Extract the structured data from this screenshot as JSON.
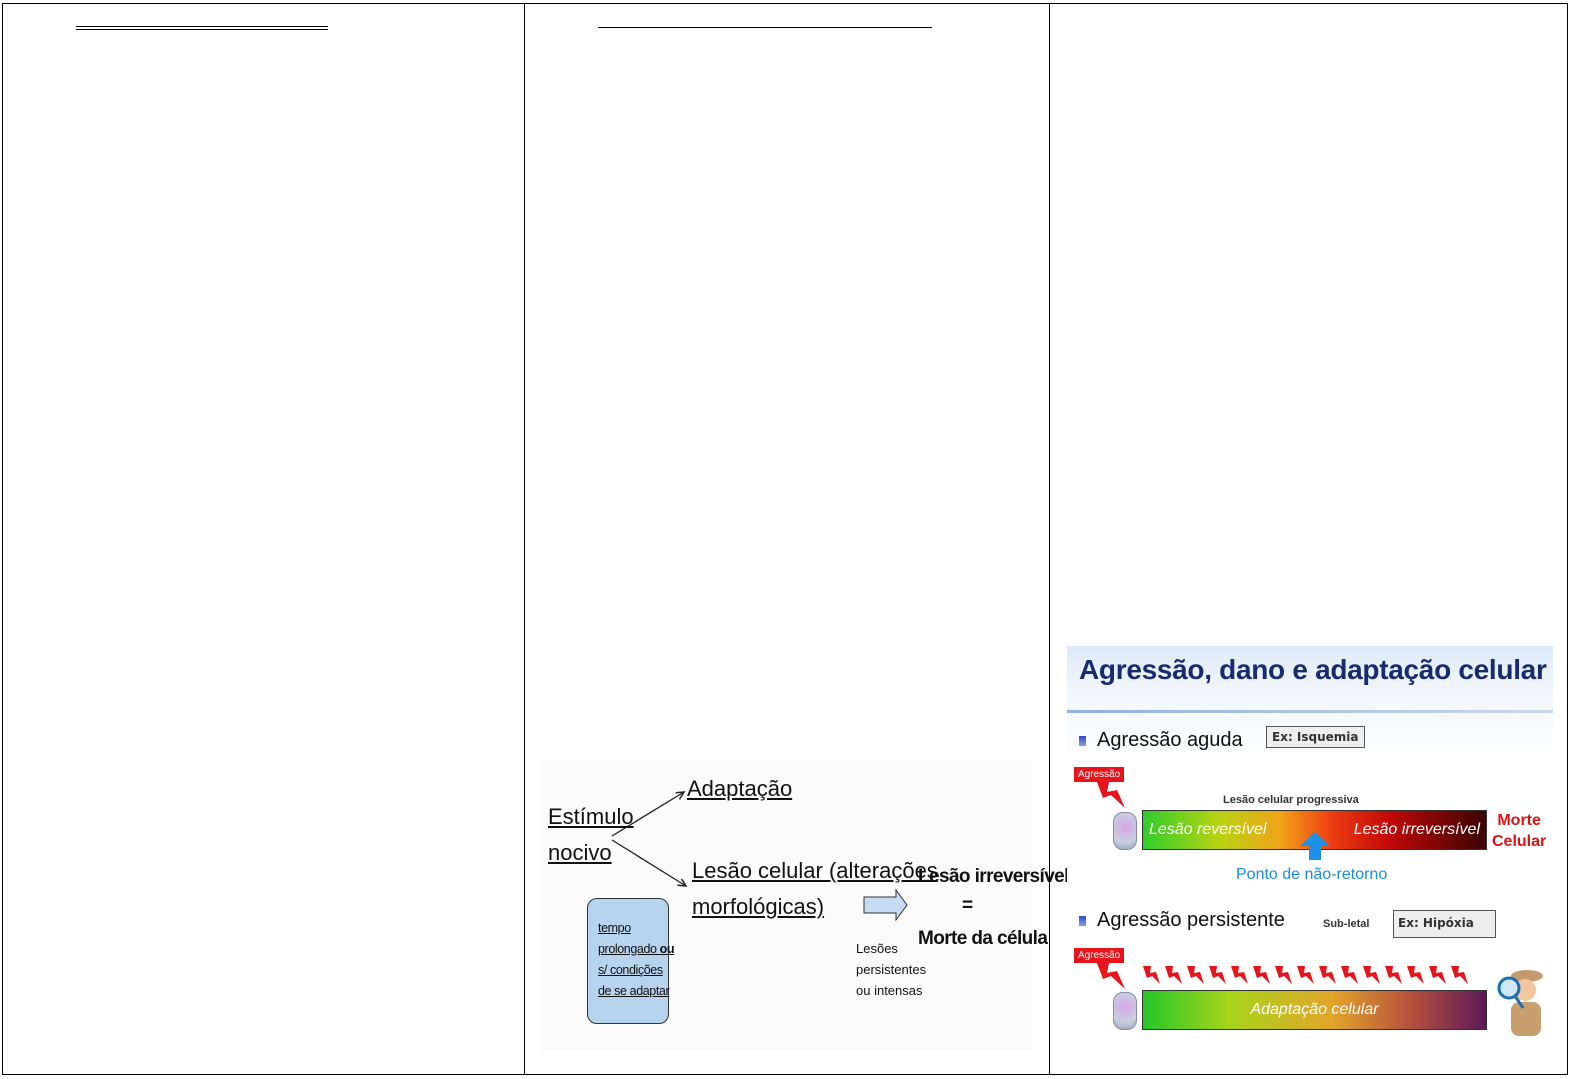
{
  "flowchart": {
    "stimulus_line1": "Estímulo",
    "stimulus_line2": "nocivo",
    "adaptation": "Adaptação",
    "injury_line1": "Lesão celular (alterações",
    "injury_line2": "morfológicas)",
    "note_line1": "tempo",
    "note_line2_a": "prolongado ",
    "note_line2_b": "ou",
    "note_line3": "s/ condições",
    "note_line4": "de se adaptar",
    "arrow_note_line1": "Lesões",
    "arrow_note_line2": "persistentes",
    "arrow_note_line3": "ou intensas",
    "result_line1": "Lesão irreversível",
    "result_equals": "=",
    "result_line2": "Morte da célula"
  },
  "slide": {
    "title": "Agressão, dano e adaptação celular",
    "acute": {
      "heading": "Agressão aguda",
      "example": "Ex: Isquemia",
      "tag": "Agressão",
      "progress_caption": "Lesão celular progressiva",
      "bar_left_label": "Lesão reversível",
      "bar_right_label": "Lesão irreversível",
      "death_line1": "Morte",
      "death_line2": "Celular",
      "no_return_label": "Ponto de não-retorno"
    },
    "persistent": {
      "heading": "Agressão persistente",
      "qualifier": "Sub-letal",
      "example": "Ex: Hipóxia",
      "tag": "Agressão",
      "bar_label": "Adaptação celular"
    },
    "colors": {
      "title": "#1a2a6e",
      "tag_red": "#e8141c",
      "death_red": "#e01010",
      "no_return_blue": "#1a8ce0"
    }
  }
}
